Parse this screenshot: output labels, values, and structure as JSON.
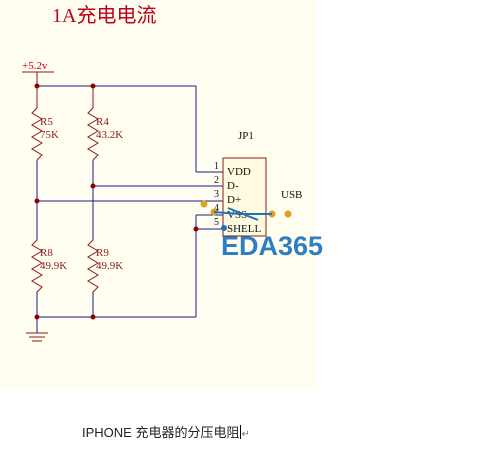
{
  "title": "1A充电电流",
  "power": {
    "label": "+5.2v"
  },
  "resistors": [
    {
      "ref": "R5",
      "value": "75K"
    },
    {
      "ref": "R4",
      "value": "43.2K"
    },
    {
      "ref": "R8",
      "value": "49.9K"
    },
    {
      "ref": "R9",
      "value": "49.9K"
    }
  ],
  "connector": {
    "ref": "JP1",
    "pins": [
      {
        "num": "1",
        "name": "VDD"
      },
      {
        "num": "2",
        "name": "D-"
      },
      {
        "num": "3",
        "name": "D+"
      },
      {
        "num": "4",
        "name": "VSS"
      },
      {
        "num": "5",
        "name": "SHELL"
      }
    ],
    "label": "USB"
  },
  "watermark": "EDA365",
  "caption": "IPHONE 充电器的分压电阻",
  "colors": {
    "title": "#c0001a",
    "wire": "#1a1a8c",
    "resistor": "#8b1a1a",
    "junction": "#8b0000",
    "connector_fill": "#fffbe0",
    "watermark": "#1e73be",
    "usb_dot": "#e0a020"
  }
}
